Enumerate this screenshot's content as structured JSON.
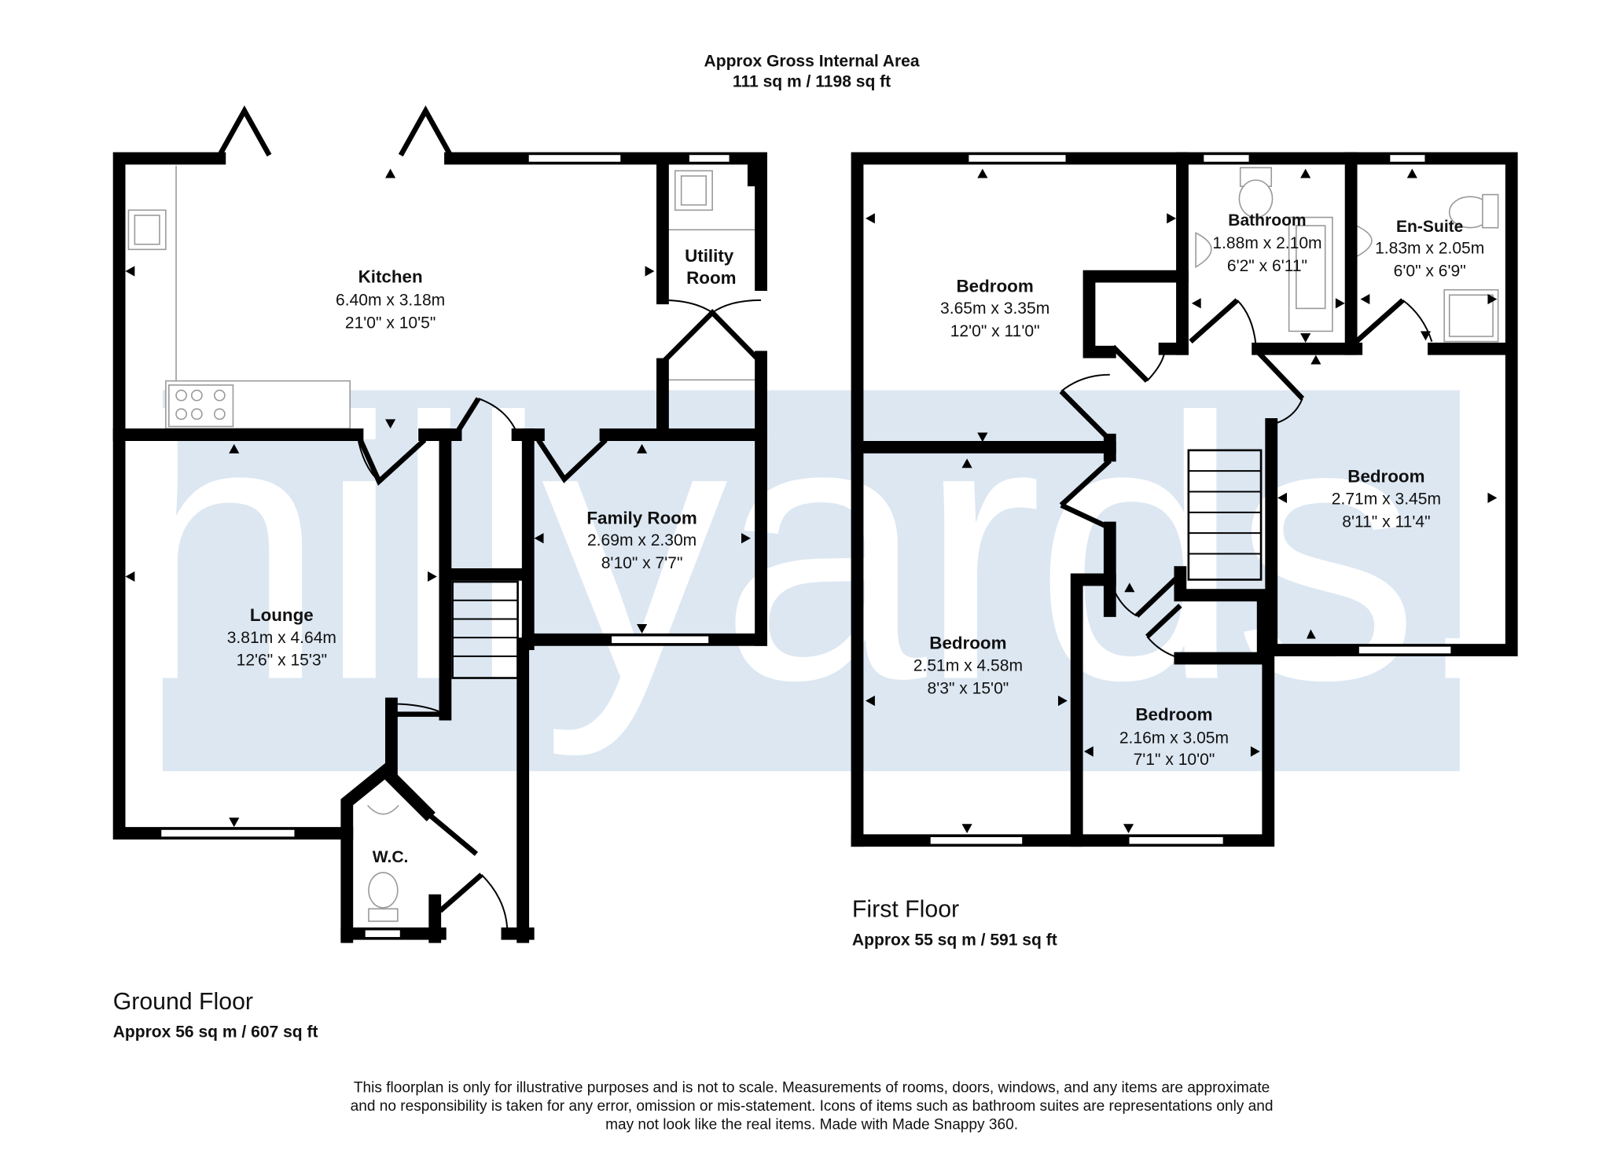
{
  "header": {
    "title": "Approx Gross Internal Area",
    "area": "111 sq m / 1198 sq ft"
  },
  "watermark": "hillyards.",
  "ground_floor": {
    "label": "Ground Floor",
    "area": "Approx 56 sq m / 607 sq ft",
    "rooms": [
      {
        "name": "Kitchen",
        "metric": "6.40m x 3.18m",
        "imperial": "21'0\" x 10'5\""
      },
      {
        "name": "Utility",
        "name2": "Room"
      },
      {
        "name": "Family Room",
        "metric": "2.69m x 2.30m",
        "imperial": "8'10\" x 7'7\""
      },
      {
        "name": "Lounge",
        "metric": "3.81m x 4.64m",
        "imperial": "12'6\" x 15'3\""
      },
      {
        "name": "W.C."
      }
    ]
  },
  "first_floor": {
    "label": "First Floor",
    "area": "Approx 55 sq m / 591 sq ft",
    "rooms": [
      {
        "name": "Bedroom",
        "metric": "3.65m x 3.35m",
        "imperial": "12'0\" x 11'0\""
      },
      {
        "name": "Bathroom",
        "metric": "1.88m x 2.10m",
        "imperial": "6'2\" x 6'11\""
      },
      {
        "name": "En-Suite",
        "metric": "1.83m x 2.05m",
        "imperial": "6'0\" x 6'9\""
      },
      {
        "name": "Bedroom",
        "metric": "2.71m x 3.45m",
        "imperial": "8'11\" x 11'4\""
      },
      {
        "name": "Bedroom",
        "metric": "2.51m x 4.58m",
        "imperial": "8'3\" x 15'0\""
      },
      {
        "name": "Bedroom",
        "metric": "2.16m x 3.05m",
        "imperial": "7'1\" x 10'0\""
      }
    ]
  },
  "disclaimer": [
    "This floorplan is only for illustrative purposes and is not to scale. Measurements of rooms, doors, windows, and any items are approximate",
    "and no responsibility is taken for any error, omission or mis-statement. Icons of items such as bathroom suites are representations only and",
    "may not look like the real items. Made with Made Snappy 360."
  ],
  "colors": {
    "wall": "#000000",
    "watermark_bg": "#dce7f2",
    "watermark_text": "#ffffff"
  }
}
